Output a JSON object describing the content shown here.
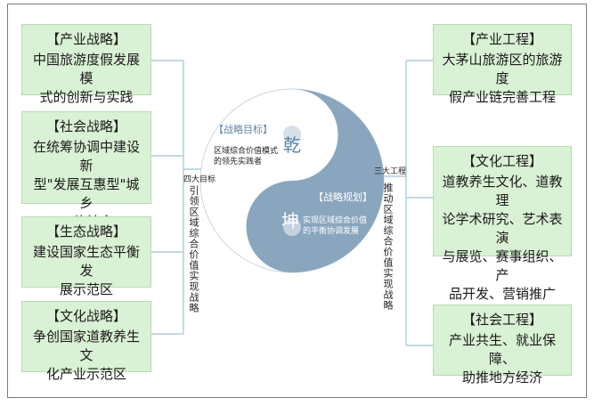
{
  "left_cards": [
    {
      "title": "【产业战略】",
      "body": "中国旅游度假发展模\n式的创新与实践"
    },
    {
      "title": "【社会战略】",
      "body": "在统筹协调中建设新\n型\"发展互惠型\"城乡\n一体社会"
    },
    {
      "title": "【生态战略】",
      "body": "建设国家生态平衡发\n展示范区"
    },
    {
      "title": "【文化战略】",
      "body": "争创国家道教养生文\n化产业示范区"
    }
  ],
  "right_cards": [
    {
      "title": "【产业工程】",
      "body": "大茅山旅游区的旅游度\n假产业链完善工程"
    },
    {
      "title": "【文化工程】",
      "body": "道教养生文化、道教理\n论学术研究、艺术表演\n与展览、赛事组织、产\n品开发、营销推广"
    },
    {
      "title": "【社会工程】",
      "body": "产业共生、就业保障、\n助推地方经济"
    }
  ],
  "center": {
    "left_hub_label": "四大目标",
    "left_vertical": "引领区域综合价值实现战略",
    "right_hub_label": "三大工程",
    "right_vertical": "推动区域综合价值实现战略",
    "goal_title": "【战略目标】",
    "goal_text": "区域综合价值模式\n的领先实践者",
    "plan_title": "【战略规划】",
    "plan_text": "实现区域综合价值\n的平衡协调发展",
    "char_qian": "乾",
    "char_kun": "坤"
  },
  "colors": {
    "card_fill": "#d9f1d4",
    "yin": "#8aa6be",
    "connector": "#9fc4d2",
    "accent_text": "#5f86a6"
  }
}
